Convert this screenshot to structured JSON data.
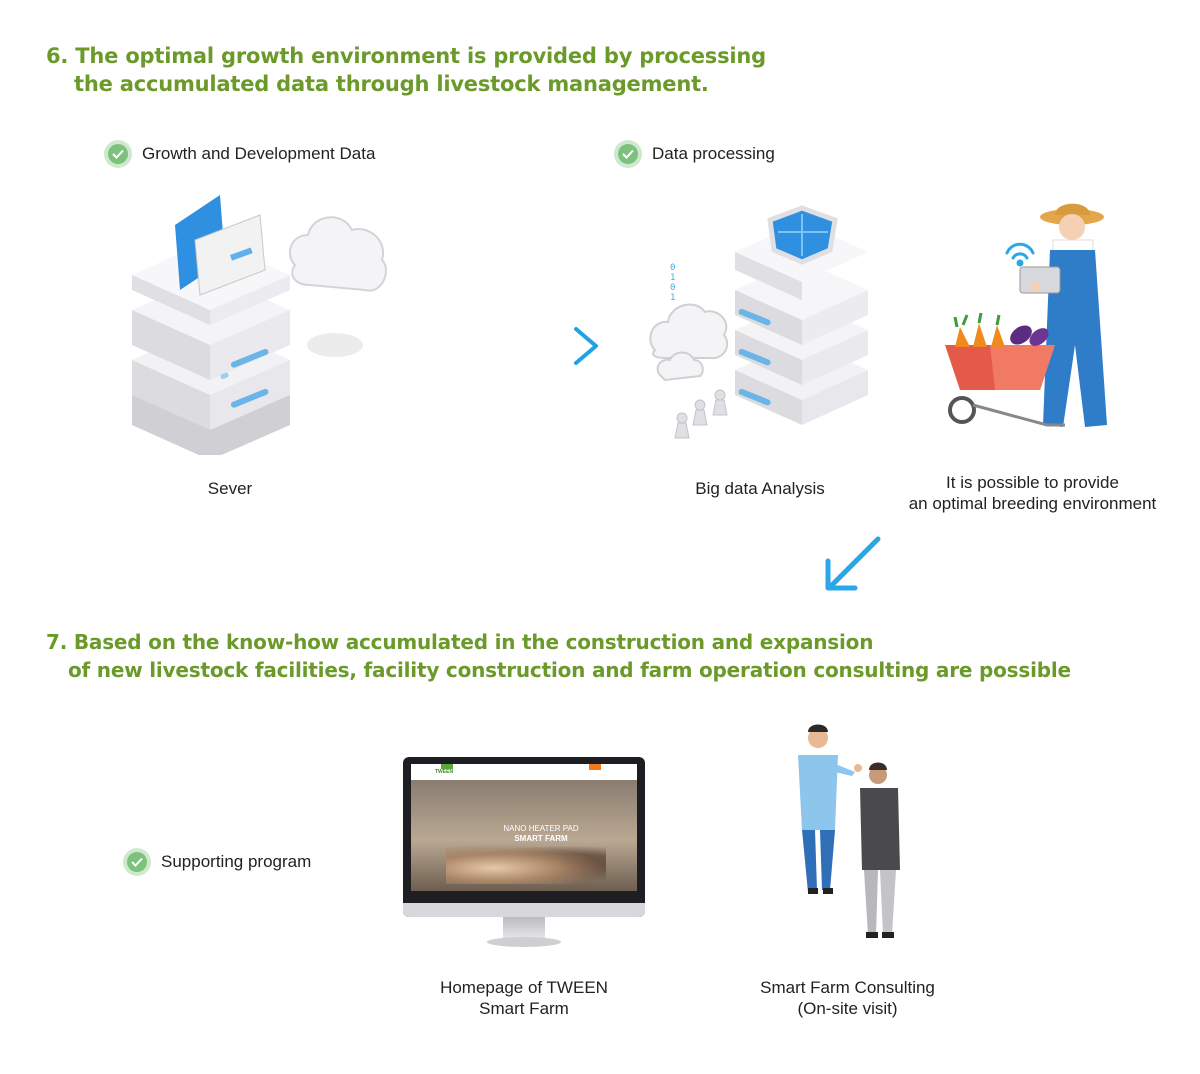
{
  "heading6": {
    "line1": "6. The optimal growth environment is provided by processing",
    "line2": "the accumulated data through livestock management."
  },
  "checks": {
    "growth": "Growth and Development Data",
    "processing": "Data processing",
    "supporting": "Supporting program"
  },
  "captions": {
    "server": "Sever",
    "bigdata": "Big data Analysis",
    "breeding_line1": "It is possible to provide",
    "breeding_line2": "an optimal breeding environment",
    "homepage_line1": "Homepage of TWEEN",
    "homepage_line2": "Smart Farm",
    "consulting_line1": "Smart Farm Consulting",
    "consulting_line2": "(On-site visit)"
  },
  "heading7": {
    "line1": "7. Based on the know-how accumulated in the construction and expansion",
    "line2": "of new livestock facilities, facility construction and farm operation consulting are possible"
  },
  "screen": {
    "title1": "NANO HEATER PAD",
    "title2": "SMART FARM",
    "logo": "TWEEN"
  },
  "colors": {
    "heading": "#6b9a2a",
    "arrow": "#2aa7e8",
    "check": "#7cc27c"
  }
}
